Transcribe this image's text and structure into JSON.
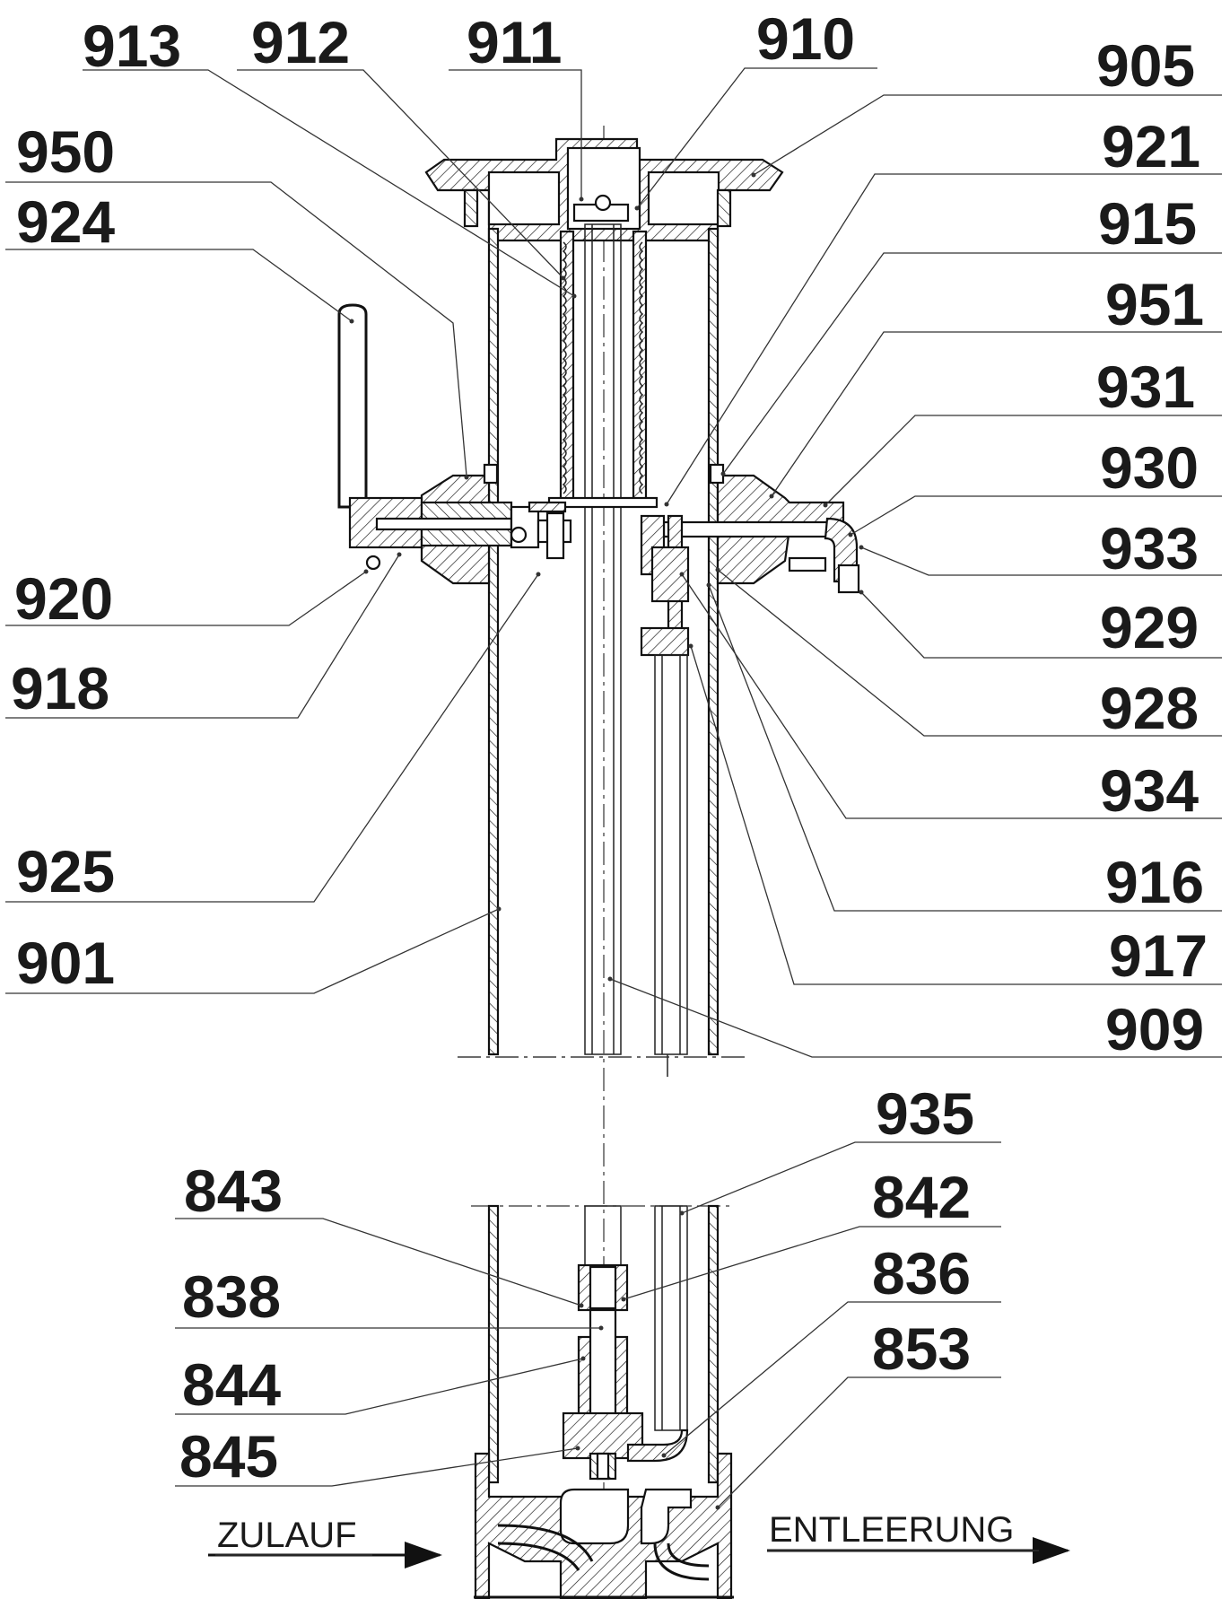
{
  "part_labels": [
    {
      "id": "913",
      "text": "913"
    },
    {
      "id": "912",
      "text": "912"
    },
    {
      "id": "911",
      "text": "911"
    },
    {
      "id": "910",
      "text": "910"
    },
    {
      "id": "905",
      "text": "905"
    },
    {
      "id": "950",
      "text": "950"
    },
    {
      "id": "924",
      "text": "924"
    },
    {
      "id": "921",
      "text": "921"
    },
    {
      "id": "915",
      "text": "915"
    },
    {
      "id": "951",
      "text": "951"
    },
    {
      "id": "931",
      "text": "931"
    },
    {
      "id": "930",
      "text": "930"
    },
    {
      "id": "933",
      "text": "933"
    },
    {
      "id": "929",
      "text": "929"
    },
    {
      "id": "920",
      "text": "920"
    },
    {
      "id": "918",
      "text": "918"
    },
    {
      "id": "928",
      "text": "928"
    },
    {
      "id": "934",
      "text": "934"
    },
    {
      "id": "925",
      "text": "925"
    },
    {
      "id": "916",
      "text": "916"
    },
    {
      "id": "917",
      "text": "917"
    },
    {
      "id": "901",
      "text": "901"
    },
    {
      "id": "909",
      "text": "909"
    },
    {
      "id": "935",
      "text": "935"
    },
    {
      "id": "843",
      "text": "843"
    },
    {
      "id": "842",
      "text": "842"
    },
    {
      "id": "836",
      "text": "836"
    },
    {
      "id": "838",
      "text": "838"
    },
    {
      "id": "844",
      "text": "844"
    },
    {
      "id": "853",
      "text": "853"
    },
    {
      "id": "845",
      "text": "845"
    }
  ],
  "flow_labels": {
    "inlet": "ZULAUF",
    "drain": "ENTLEERUNG"
  }
}
